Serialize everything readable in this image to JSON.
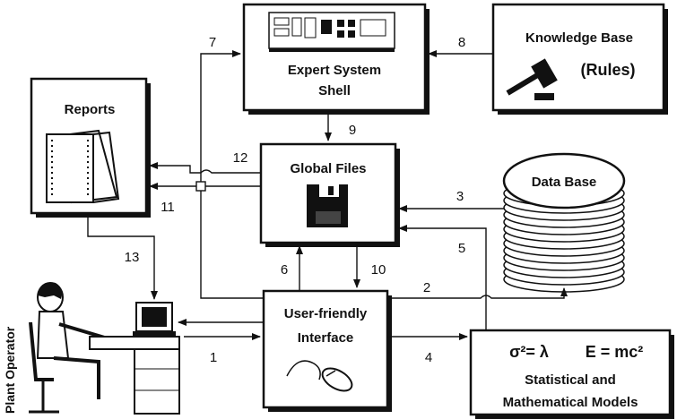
{
  "nodes": {
    "expert_shell": {
      "line1": "Expert System",
      "line2": "Shell"
    },
    "knowledge_base": {
      "line1": "Knowledge Base",
      "line2": "(Rules)"
    },
    "reports": {
      "label": "Reports"
    },
    "global_files": {
      "label": "Global Files"
    },
    "data_base": {
      "label": "Data Base"
    },
    "interface": {
      "line1": "User-friendly",
      "line2": "Interface"
    },
    "models": {
      "formula1": "σ²= λ",
      "formula2": "E = mc²",
      "line1": "Statistical and",
      "line2": "Mathematical Models"
    },
    "operator": {
      "label": "Plant Operator"
    }
  },
  "edges": [
    "1",
    "2",
    "3",
    "4",
    "5",
    "6",
    "7",
    "8",
    "9",
    "10",
    "11",
    "12",
    "13"
  ]
}
